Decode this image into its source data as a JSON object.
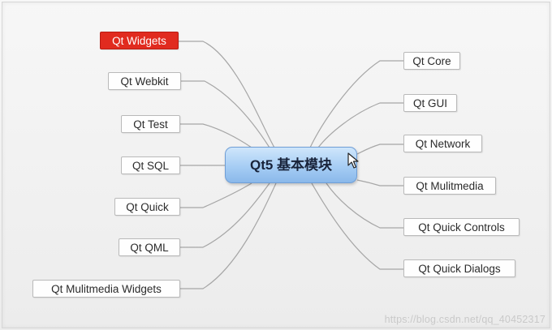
{
  "center_label": "Qt5 基本模块",
  "highlight_color": "#e12b1f",
  "left_nodes": [
    {
      "label": "Qt Widgets",
      "highlighted": true
    },
    {
      "label": "Qt Webkit"
    },
    {
      "label": "Qt Test"
    },
    {
      "label": "Qt SQL"
    },
    {
      "label": "Qt Quick"
    },
    {
      "label": "Qt QML"
    },
    {
      "label": "Qt Mulitmedia Widgets"
    }
  ],
  "right_nodes": [
    {
      "label": "Qt Core"
    },
    {
      "label": "Qt GUI"
    },
    {
      "label": "Qt Network"
    },
    {
      "label": "Qt Mulitmedia"
    },
    {
      "label": "Qt Quick Controls"
    },
    {
      "label": "Qt Quick Dialogs"
    }
  ],
  "watermark": "https://blog.csdn.net/qq_40452317",
  "cursor_icon": "mouse-pointer-icon"
}
